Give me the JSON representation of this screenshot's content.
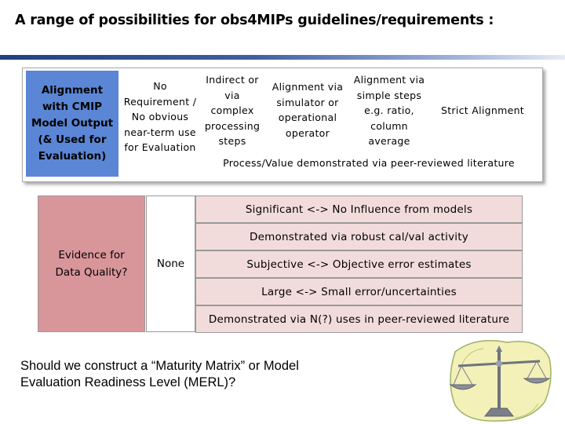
{
  "title": "A range of possibilities for obs4MIPs guidelines/requirements :",
  "alignment": {
    "label": "Alignment with CMIP Model Output (& Used for Evaluation)",
    "columns": [
      "No Requirement / No obvious near-term use for Evaluation",
      "Indirect or via complex processing steps",
      "Alignment via simulator or operational operator",
      "Alignment via simple steps e.g. ratio, column average",
      "Strict Alignment"
    ],
    "process_note": "Process/Value demonstrated via peer-reviewed literature"
  },
  "evidence": {
    "label": "Evidence for Data Quality?",
    "none_label": "None",
    "rows": [
      "Significant <-> No Influence from models",
      "Demonstrated via robust cal/val activity",
      "Subjective <-> Objective error estimates",
      "Large <-> Small error/uncertainties",
      "Demonstrated via N(?) uses in peer-reviewed literature"
    ]
  },
  "question": "Should we construct a “Maturity Matrix” or Model Evaluation Readiness Level (MERL)?",
  "colors": {
    "title_rule": "#1e3f82",
    "alignment_label_bg": "#5a86d5",
    "evidence_label_bg": "#d9969a",
    "evidence_row_bg": "#f2dcdb"
  },
  "icons": {
    "scales": "balance-scales-icon"
  }
}
